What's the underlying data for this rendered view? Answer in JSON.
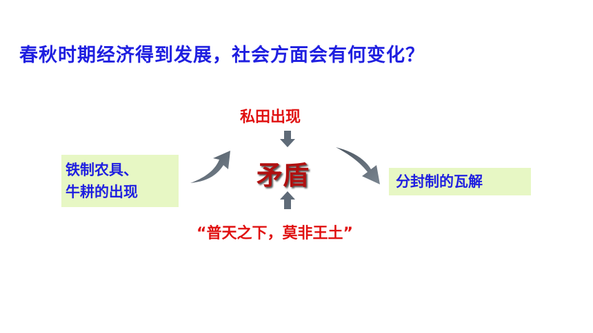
{
  "title": "春秋时期经济得到发展，社会方面会有何变化？",
  "left_box": {
    "line1": "铁制农具、",
    "line2": "牛耕的出现"
  },
  "top_label": "私田出现",
  "center_label": "矛盾",
  "bottom_label": "“普天之下，莫非王土”",
  "right_box": "分封制的瓦解",
  "colors": {
    "title": "#1f1fe0",
    "red_text": "#e01010",
    "center_text": "#b01010",
    "box_fill": "#e7f7c4",
    "arrow": "#5f6b78"
  }
}
